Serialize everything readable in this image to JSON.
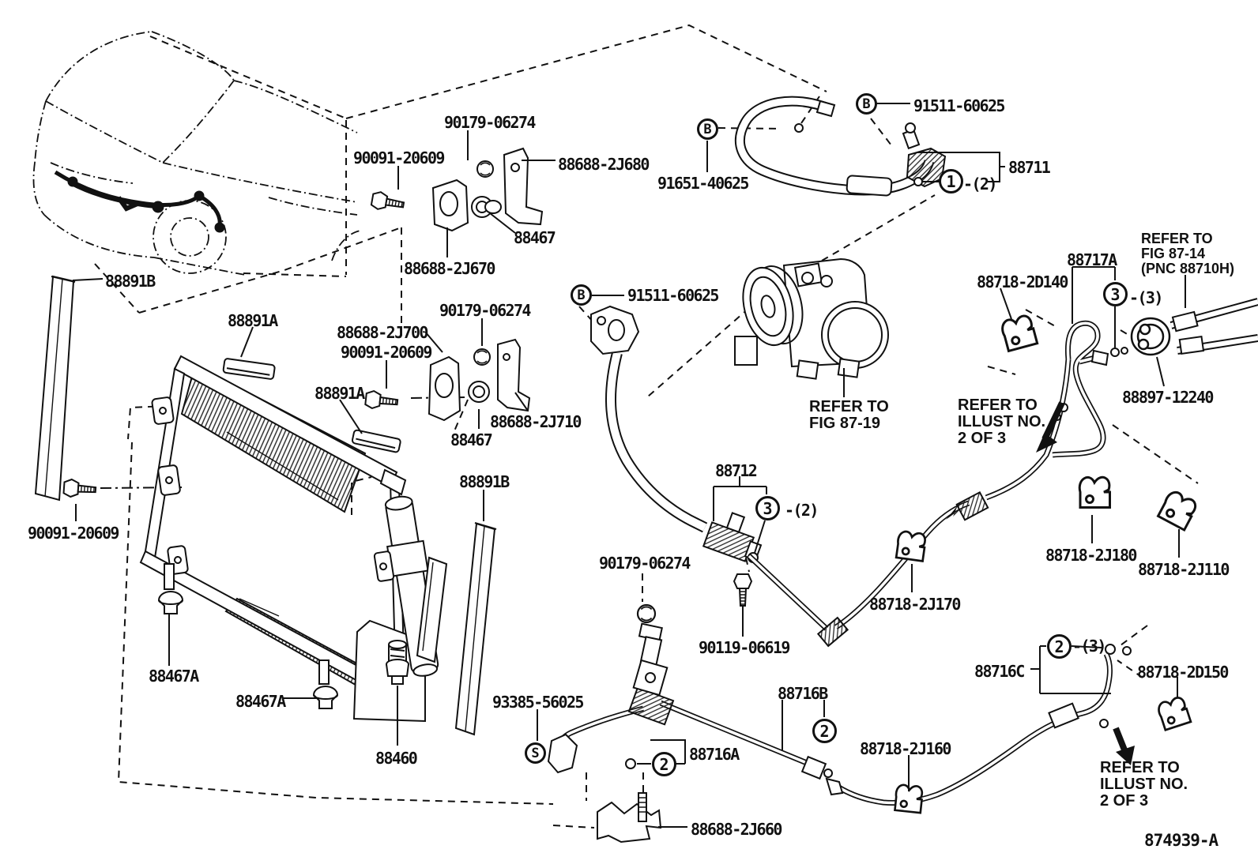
{
  "drawing_number": "874939-A",
  "labels": {
    "tube_left": "88891B",
    "tube_right": "88891B",
    "seal_top": "88891A",
    "seal_mid": "88891A",
    "bolt_top": "90091-20609",
    "bolt_mid": "90091-20609",
    "bolt_left": "90091-20609",
    "nut_top": "90179-06274",
    "nut_mid": "90179-06274",
    "nut_bottom": "90179-06274",
    "bracket_2j680": "88688-2J680",
    "bracket_2j670": "88688-2J670",
    "bracket_2j700": "88688-2J700",
    "bracket_2j710": "88688-2J710",
    "bracket_2j660": "88688-2J660",
    "collar_top": "88467",
    "collar_mid": "88467",
    "grommet_a1": "88467A",
    "grommet_a2": "88467A",
    "condenser": "88460",
    "hose_91651": "91651-40625",
    "hose_91511_top": "91511-60625",
    "hose_91511_mid": "91511-60625",
    "pipe_88711": "88711",
    "pipe_88712": "88712",
    "pipe_88716a": "88716A",
    "pipe_88716b": "88716B",
    "pipe_88716c": "88716C",
    "pipe_88717a": "88717A",
    "clamp_2d140": "88718-2D140",
    "clamp_2d150": "88718-2D150",
    "clamp_2j110": "88718-2J110",
    "clamp_2j160": "88718-2J160",
    "clamp_2j170": "88718-2J170",
    "clamp_2j180": "88718-2J180",
    "grommet_88897": "88897-12240",
    "bolt_90119": "90119-06619",
    "screw_93385": "93385-56025",
    "qty_2_top": "-(2)",
    "qty_2_mid": "-(2)",
    "qty_3_top": "-(3)",
    "qty_3_bottom": "-(3)"
  },
  "callouts": {
    "b": "B",
    "s": "S",
    "no1": "1",
    "no2": "2",
    "no3": "3"
  },
  "notes": {
    "fig_87_19": "REFER TO\nFIG 87-19",
    "fig_87_14": "REFER TO\nFIG 87-14\n(PNC 88710H)",
    "illust_2of3_top": "REFER TO\nILLUST NO.\n2 OF 3",
    "illust_2of3_bottom": "REFER TO\nILLUST NO.\n2 OF 3"
  }
}
